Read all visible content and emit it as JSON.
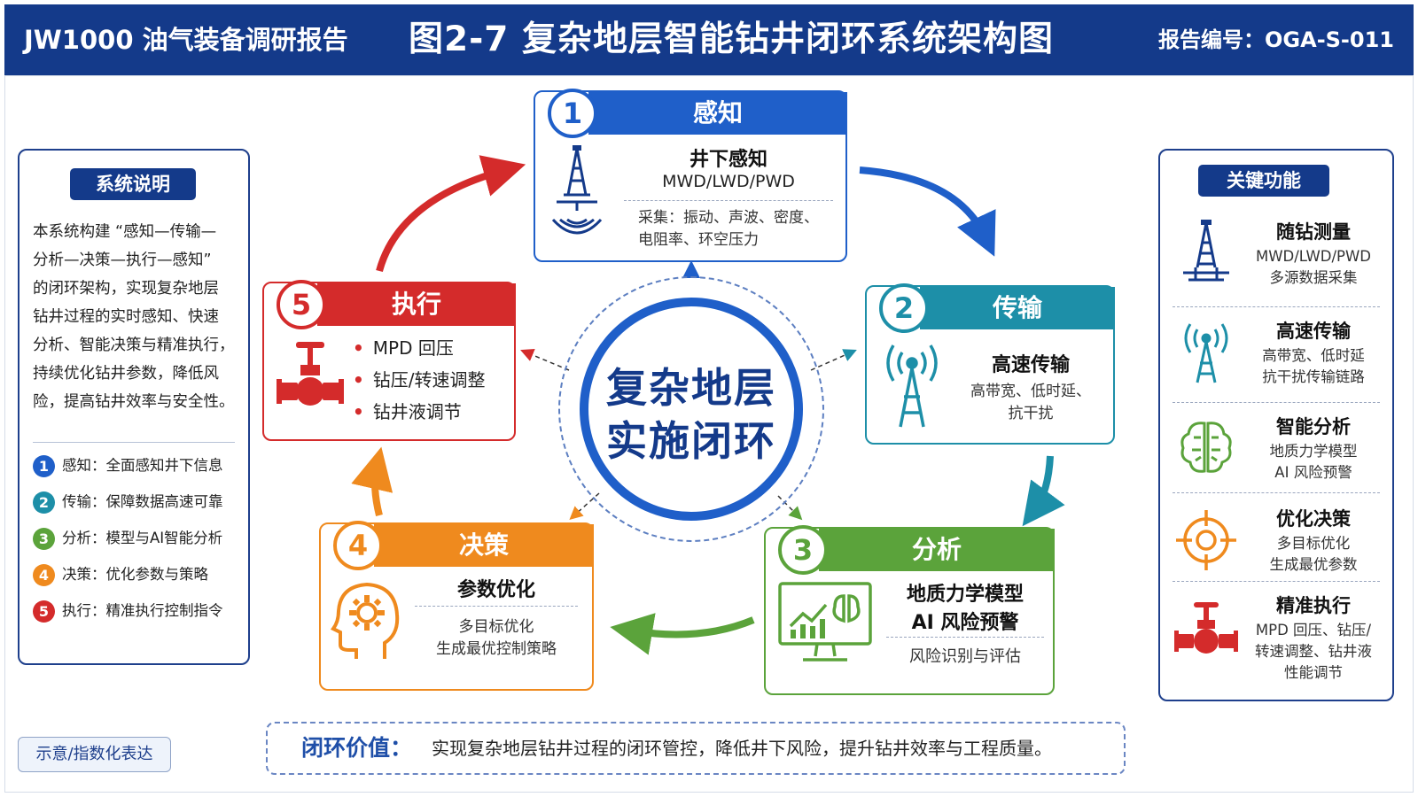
{
  "header": {
    "left": "JW1000 油气装备调研报告",
    "title": "图2-7 复杂地层智能钻井闭环系统架构图",
    "right": "报告编号：OGA-S-011"
  },
  "left_panel": {
    "title": "系统说明",
    "lines": [
      "本系统构建 “感知—传输—",
      "分析—决策—执行—感知”",
      "的闭环架构，实现复杂地层",
      "钻井过程的实时感知、快速",
      "分析、智能决策与精准执行，",
      "持续优化钻井参数，降低风",
      "险，提高钻井效率与安全性。"
    ],
    "legend": [
      {
        "num": "1",
        "text": "感知：全面感知井下信息",
        "color": "#1f5fc9"
      },
      {
        "num": "2",
        "text": "传输：保障数据高速可靠",
        "color": "#1d8fa8"
      },
      {
        "num": "3",
        "text": "分析：模型与AI智能分析",
        "color": "#5ba33b"
      },
      {
        "num": "4",
        "text": "决策：优化参数与策略",
        "color": "#ef8a1e"
      },
      {
        "num": "5",
        "text": "执行：精准执行控制指令",
        "color": "#d42b2b"
      }
    ]
  },
  "right_panel": {
    "title": "关键功能",
    "features": [
      {
        "title": "随钻测量",
        "desc1": "MWD/LWD/PWD",
        "desc2": "多源数据采集",
        "desc3": ""
      },
      {
        "title": "高速传输",
        "desc1": "高带宽、低时延",
        "desc2": "抗干扰传输链路",
        "desc3": ""
      },
      {
        "title": "智能分析",
        "desc1": "地质力学模型",
        "desc2": "AI 风险预警",
        "desc3": ""
      },
      {
        "title": "优化决策",
        "desc1": "多目标优化",
        "desc2": "生成最优参数",
        "desc3": ""
      },
      {
        "title": "精准执行",
        "desc1": "MPD 回压、钻压/",
        "desc2": "转速调整、钻井液",
        "desc3": "性能调节"
      }
    ]
  },
  "boxes": {
    "b1": {
      "num": "1",
      "label": "感知",
      "title": "井下感知",
      "subtitle": "MWD/LWD/PWD",
      "detail1": "采集：振动、声波、密度、",
      "detail2": "电阻率、环空压力"
    },
    "b2": {
      "num": "2",
      "label": "传输",
      "title": "高速传输",
      "detail1": "高带宽、低时延、",
      "detail2": "抗干扰"
    },
    "b3": {
      "num": "3",
      "label": "分析",
      "title1": "地质力学模型",
      "title2": "AI 风险预警",
      "detail": "风险识别与评估"
    },
    "b4": {
      "num": "4",
      "label": "决策",
      "title": "参数优化",
      "detail1": "多目标优化",
      "detail2": "生成最优控制策略"
    },
    "b5": {
      "num": "5",
      "label": "执行",
      "items": [
        "MPD 回压",
        "钻压/转速调整",
        "钻井液调节"
      ]
    }
  },
  "center": {
    "line1": "复杂地层",
    "line2": "实施闭环"
  },
  "footer": {
    "tag": "示意/指数化表达",
    "value_label": "闭环价值：",
    "value_text": "实现复杂地层钻井过程的闭环管控，降低井下风险，提升钻井效率与工程质量。"
  },
  "colors": {
    "navy": "#143a8a",
    "blue": "#1f5fc9",
    "teal": "#1d8fa8",
    "green": "#5ba33b",
    "orange": "#ef8a1e",
    "red": "#d42b2b"
  },
  "icons": [
    "drill-rig-icon",
    "signal-tower-icon",
    "brain-icon",
    "target-icon",
    "valve-icon",
    "monitor-chart-icon",
    "head-gear-icon"
  ]
}
